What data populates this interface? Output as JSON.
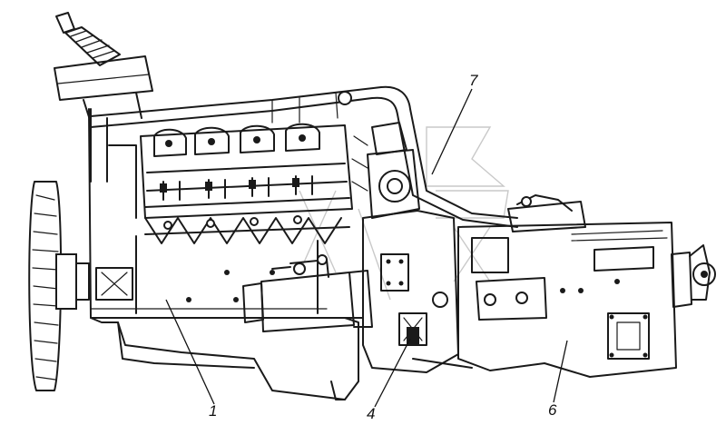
{
  "callouts": [
    {
      "id": "callout-1",
      "label": "1"
    },
    {
      "id": "callout-4",
      "label": "4"
    },
    {
      "id": "callout-6",
      "label": "6"
    },
    {
      "id": "callout-7",
      "label": "7"
    }
  ],
  "colors": {
    "line": "#1a1a1a",
    "background": "#ffffff",
    "watermark": "#c9c9c9"
  }
}
